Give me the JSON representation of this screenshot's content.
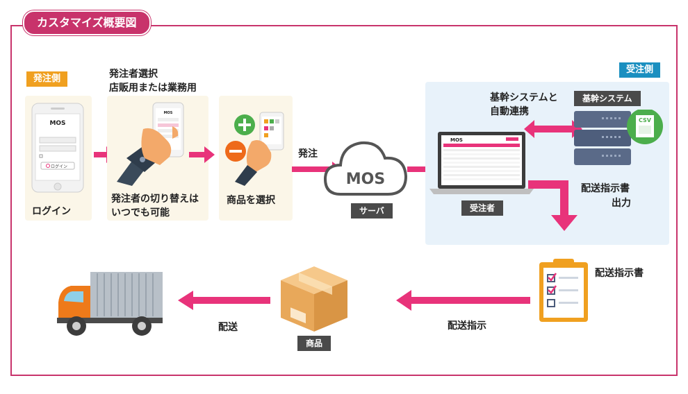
{
  "title": "カスタマイズ概要図",
  "tags": {
    "ordering_side": "発注側",
    "receiving_side": "受注側",
    "core_system": "基幹システム",
    "server": "サーバ",
    "receiver": "受注者",
    "product": "商品"
  },
  "steps": {
    "login": "ログイン",
    "select_orderer_line1": "発注者選択",
    "select_orderer_line2": "店販用または業務用",
    "switch_line1": "発注者の切り替えは",
    "switch_line2": "いつでも可能",
    "select_product": "商品を選択",
    "order": "発注",
    "core_link_line1": "基幹システムと",
    "core_link_line2": "自動連携",
    "shipping_output_line1": "配送指示書",
    "shipping_output_line2": "出力",
    "shipping_doc": "配送指示書",
    "shipping_instruction": "配送指示",
    "delivery": "配送"
  },
  "phone": {
    "brand": "MOS",
    "login_button": "ログイン"
  },
  "cloud_brand": "MOS",
  "csv_label": "CSV",
  "colors": {
    "accent": "#e8337a",
    "frame": "#c8336b",
    "orange_tag": "#f0a020",
    "blue_tag": "#1a8fc0"
  }
}
